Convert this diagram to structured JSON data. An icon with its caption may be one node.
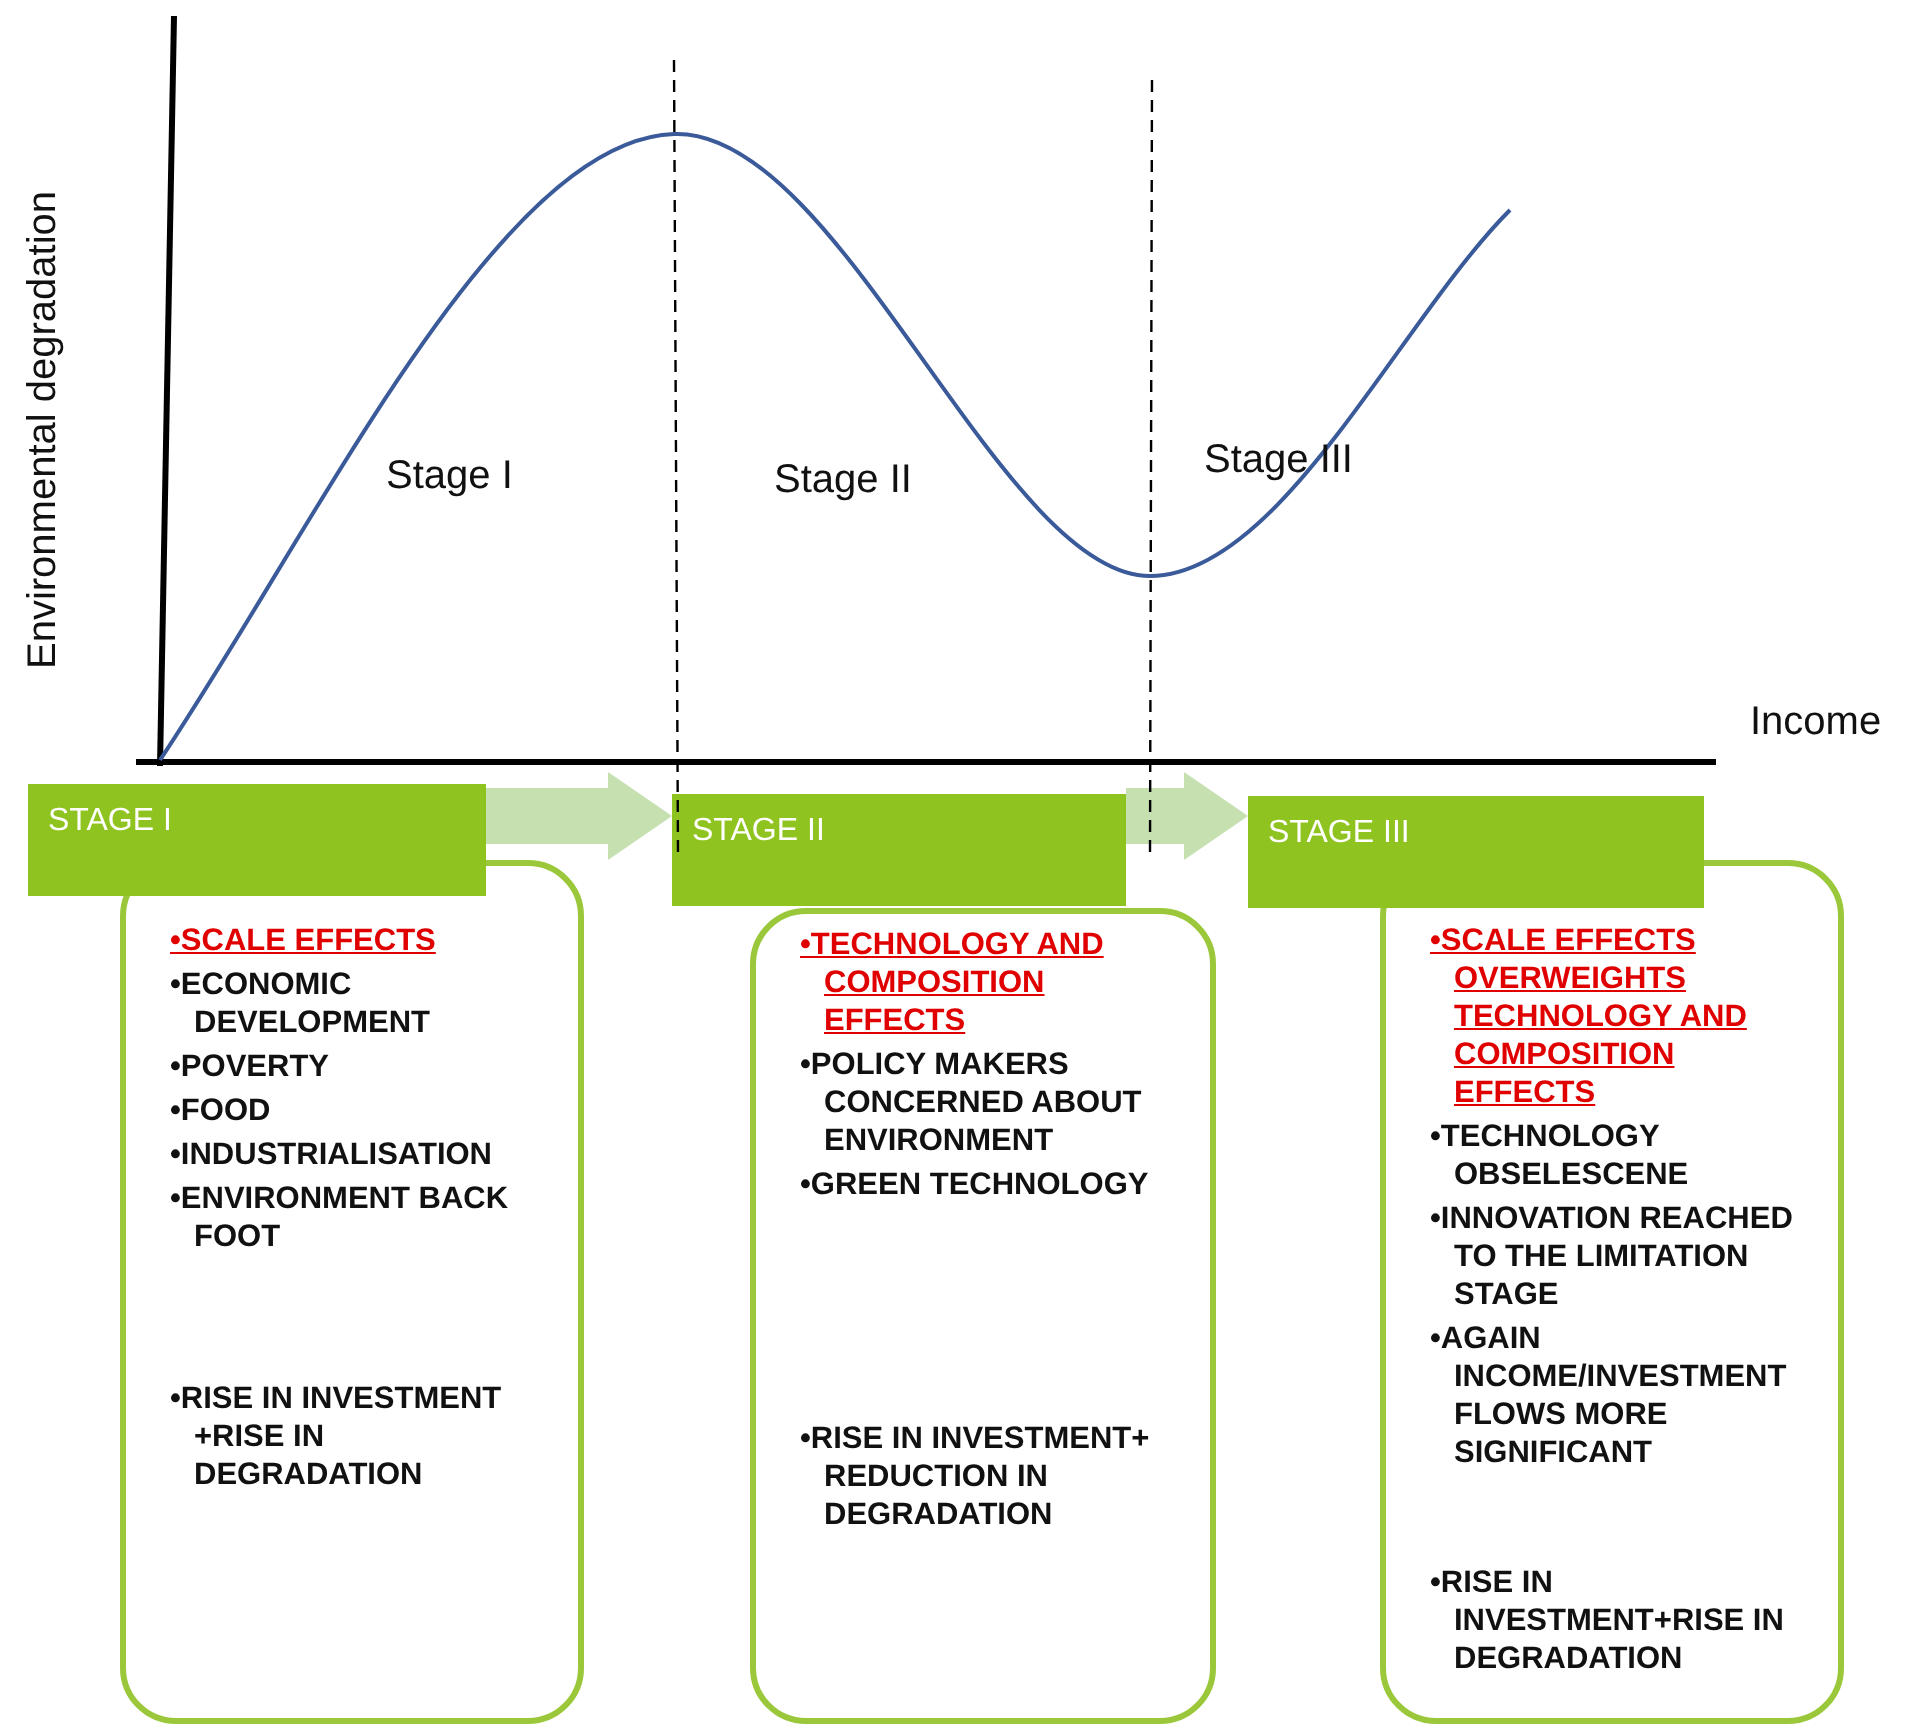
{
  "diagram": {
    "nodes": [
      {
        "text": [
          "STAGE I"
        ]
      },
      {
        "text": [
          "•SCALE EFFECTS",
          "•ECONOMIC DEVELOPMENT",
          "•POVERTY",
          "•FOOD",
          "•INDUSTRIALISATION",
          "•ENVIRONMENT BACK FOOT",
          "•RISE IN INVESTMENT +RISE IN DEGRADATION"
        ]
      },
      {
        "text": [
          "STAGE II"
        ]
      },
      {
        "text": [
          "•TECHNOLOGY AND COMPOSITION EFFECTS",
          "•POLICY MAKERS CONCERNED ABOUT ENVIRONMENT",
          "•GREEN TECHNOLOGY",
          "•RISE IN INVESTMENT+ REDUCTION IN DEGRADATION"
        ]
      },
      {
        "text": [
          "STAGE III"
        ]
      },
      {
        "text": [
          "•SCALE EFFECTS OVERWEIGHTS TECHNOLOGY AND COMPOSITION EFFECTS",
          "•TECHNOLOGY OBSELESCENE",
          "•INNOVATION REACHED TO THE LIMITATION STAGE",
          "•AGAIN INCOME/INVESTMENT FLOWS MORE SIGNIFICANT",
          "•RISE IN INVESTMENT+RISE IN DEGRADATION"
        ]
      }
    ],
    "edges": [
      {
        "from": 0,
        "to": 2,
        "arrow": "to"
      },
      {
        "from": 2,
        "to": 4,
        "arrow": "to"
      }
    ],
    "labels": [
      "Environmental degradation",
      "Income",
      "Stage I",
      "Stage II",
      "Stage III"
    ]
  }
}
